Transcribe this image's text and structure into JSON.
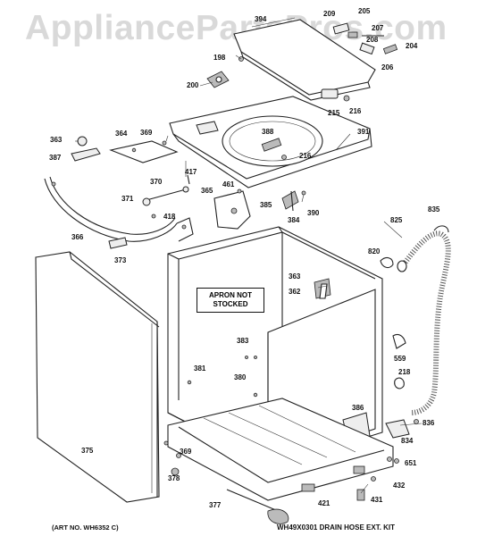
{
  "watermark": "AppliancePartsPros.com",
  "callouts": {
    "c394": "394",
    "c209": "209",
    "c205": "205",
    "c207": "207",
    "c208": "208",
    "c204": "204",
    "c206": "206",
    "c198": "198",
    "c200": "200",
    "c215": "215",
    "c216a": "216",
    "c391": "391",
    "c388": "388",
    "c216b": "216",
    "c363a": "363",
    "c364": "364",
    "c369a": "369",
    "c387": "387",
    "c417": "417",
    "c370": "370",
    "c461": "461",
    "c365": "365",
    "c371": "371",
    "c418": "418",
    "c385": "385",
    "c384": "384",
    "c390": "390",
    "c825": "825",
    "c835": "835",
    "c366": "366",
    "c373": "373",
    "c820": "820",
    "c363b": "363",
    "c362": "362",
    "c383": "383",
    "c559": "559",
    "c381": "381",
    "c380": "380",
    "c218": "218",
    "c386": "386",
    "c836": "836",
    "c834": "834",
    "c375": "375",
    "c369b": "369",
    "c378": "378",
    "c651": "651",
    "c432": "432",
    "c421": "421",
    "c431": "431",
    "c377": "377"
  },
  "apron_note": {
    "line1": "APRON NOT",
    "line2": "STOCKED"
  },
  "footer": {
    "art_no": "(ART NO. WH6352 C)",
    "kit": "WH49X0301 DRAIN HOSE EXT. KIT"
  }
}
